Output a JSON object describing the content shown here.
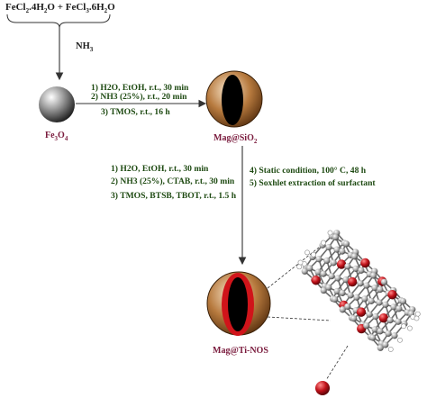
{
  "diagram": {
    "reagents": "FeCl2.4H2O + FeCl3.6H2O",
    "reagent_parts": {
      "a": "FeCl",
      "a_sub": "2",
      "b": ".4H",
      "b_sub": "2",
      "c": "O + FeCl",
      "c_sub": "3",
      "d": ".6H",
      "d_sub": "2",
      "e": "O"
    },
    "step1_reagent": "NH3",
    "step1_parts": {
      "base": "NH",
      "sub": "3"
    },
    "fe3o4_parts": {
      "a": "Fe",
      "a_sub": "3",
      "b": "O",
      "b_sub": "4"
    },
    "step2_conditions": [
      "1) H2O, EtOH, r.t., 30 min",
      "2) NH3 (25%), r.t., 20 min",
      "3) TMOS, r.t., 16 h"
    ],
    "mag_sio2_parts": {
      "a": "Mag@SiO",
      "a_sub": "2"
    },
    "step3_conditions_left": [
      "1) H2O, EtOH, r.t., 30 min",
      "2) NH3 (25%), CTAB, r.t., 30 min",
      "3) TMOS, BTSB, TBOT, r.t., 1.5 h"
    ],
    "step3_conditions_right": [
      "4) Static condition, 100° C, 48 h",
      "5) Soxhlet extraction of surfactant"
    ],
    "final_product": "Mag@Ti-NOS",
    "colors": {
      "arrow": "#333333",
      "conditions_text": "#1e4a12",
      "material_text": "#7a1b3d",
      "shell_brown": "#8a5a2b",
      "core_black": "#000000",
      "titanium_red": "#d0141a"
    }
  }
}
